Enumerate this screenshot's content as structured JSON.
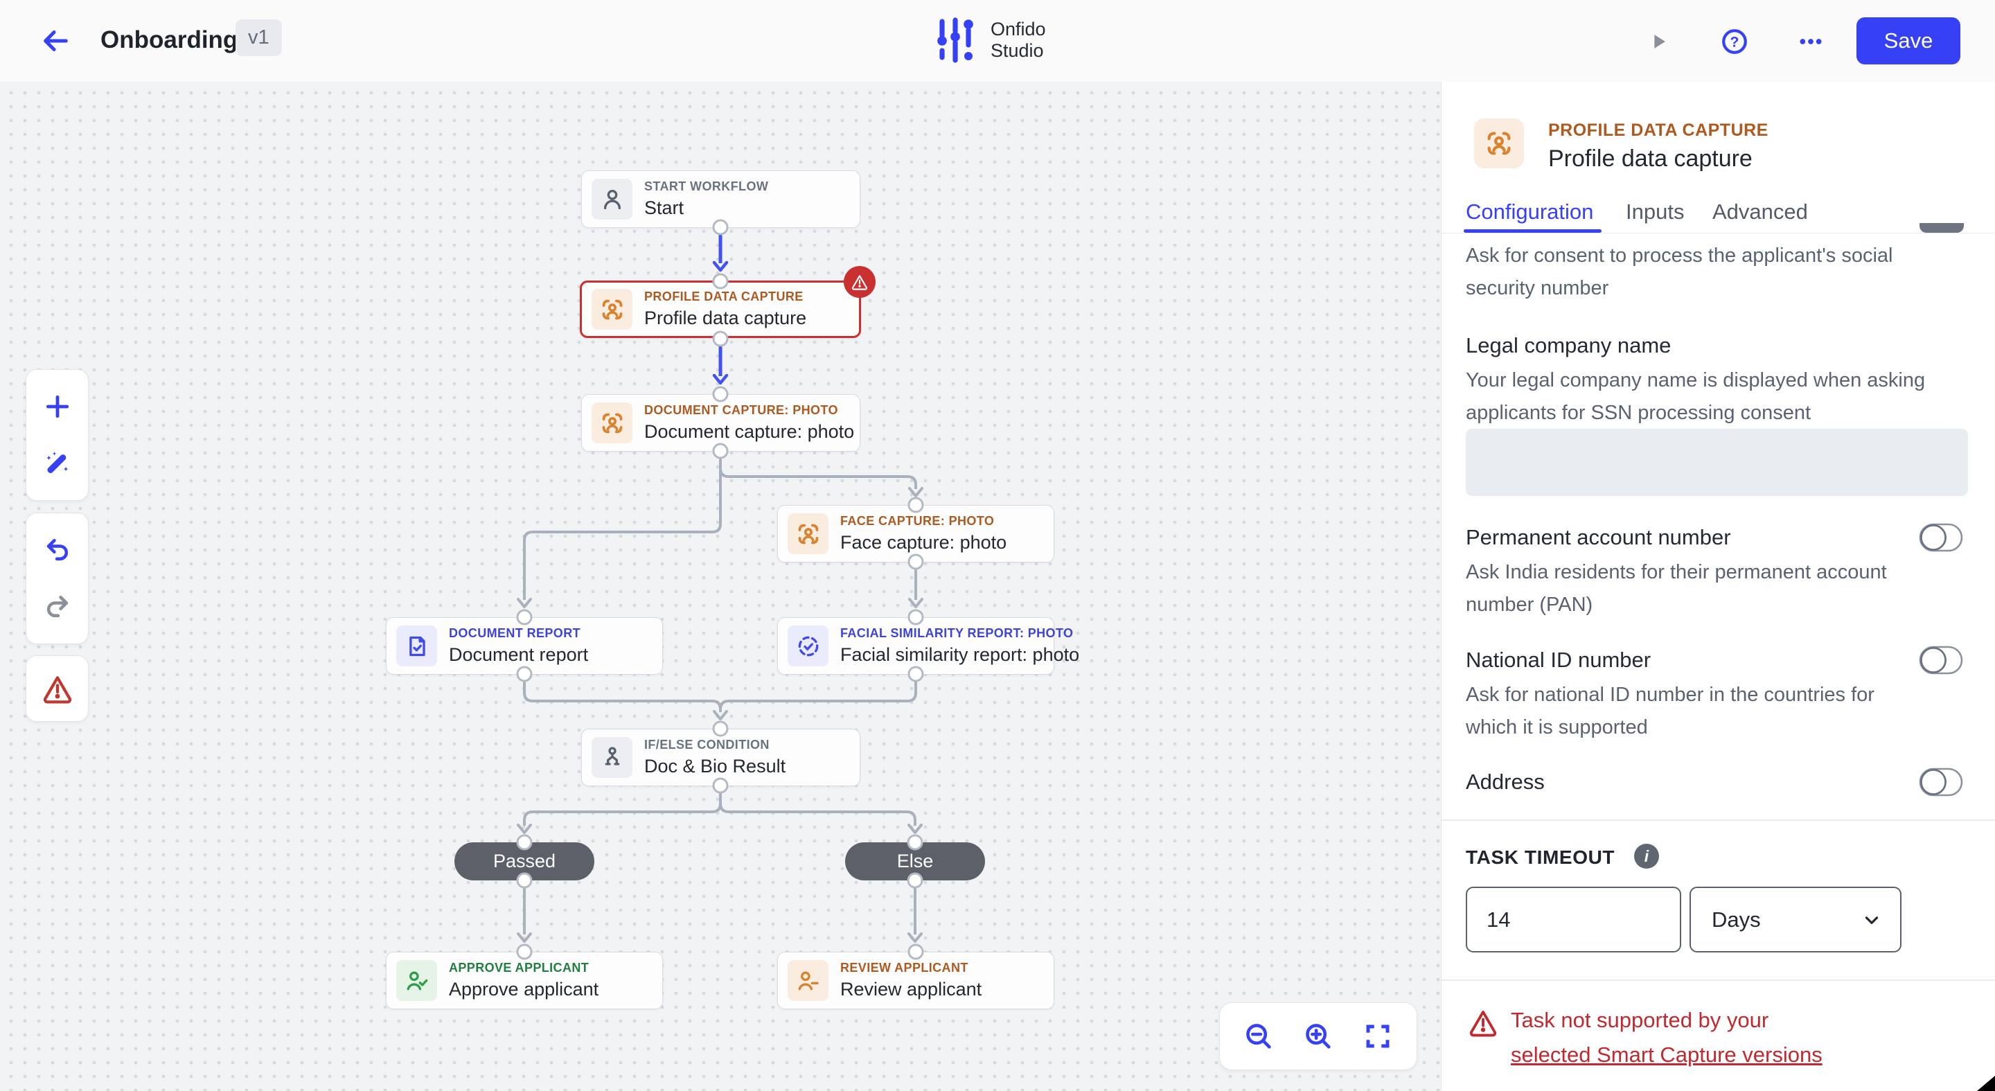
{
  "colors": {
    "accent": "#3640F5",
    "error_red": "#C2292F",
    "node_error_border": "#C93030",
    "connector_gray": "#A9B1BC",
    "connector_blue": "#4350F2",
    "pill_bg": "#5C6069"
  },
  "header": {
    "title": "Onboarding",
    "version_badge": "v1",
    "logo_line1": "Onfido",
    "logo_line2": "Studio",
    "save_label": "Save",
    "icons": [
      "back-arrow-icon",
      "play-icon",
      "help-icon",
      "ellipsis-icon"
    ]
  },
  "toolbars": {
    "left_icons": [
      "plus-icon",
      "magic-wand-icon",
      "undo-icon",
      "redo-icon",
      "warning-triangle-icon"
    ],
    "zoom_icons": [
      "zoom-out-icon",
      "zoom-in-icon",
      "fit-screen-icon"
    ]
  },
  "canvas": {
    "nodes": [
      {
        "category": "START WORKFLOW",
        "title": "Start"
      },
      {
        "category": "PROFILE DATA CAPTURE",
        "title": "Profile data capture",
        "has_error_badge": true,
        "selected": true
      },
      {
        "category": "DOCUMENT CAPTURE: PHOTO",
        "title": "Document capture: photo"
      },
      {
        "category": "FACE CAPTURE: PHOTO",
        "title": "Face capture: photo"
      },
      {
        "category": "DOCUMENT REPORT",
        "title": "Document report"
      },
      {
        "category": "FACIAL SIMILARITY REPORT: PHOTO",
        "title": "Facial similarity report: photo"
      },
      {
        "category": "IF/ELSE CONDITION",
        "title": "Doc & Bio Result"
      },
      {
        "category": "APPROVE APPLICANT",
        "title": "Approve applicant"
      },
      {
        "category": "REVIEW APPLICANT",
        "title": "Review applicant"
      }
    ],
    "branch_labels": {
      "passed": "Passed",
      "else": "Else"
    }
  },
  "panel": {
    "category": "PROFILE DATA CAPTURE",
    "title": "Profile data capture",
    "tabs": [
      {
        "label": "Configuration",
        "active": true
      },
      {
        "label": "Inputs",
        "active": false
      },
      {
        "label": "Advanced",
        "active": false
      }
    ],
    "ssn_consent": {
      "line1": "Ask for consent to process the applicant's social",
      "line2": "security number"
    },
    "legal_company": {
      "label": "Legal company name",
      "desc_line1": "Your legal company name is displayed when asking",
      "desc_line2": "applicants for SSN processing consent",
      "value": ""
    },
    "toggles": [
      {
        "label": "Permanent account number",
        "desc_line1": "Ask India residents for their permanent account",
        "desc_line2": "number (PAN)",
        "state": "off"
      },
      {
        "label": "National ID number",
        "desc_line1": "Ask for national ID number in the countries for",
        "desc_line2": "which it is supported",
        "state": "off"
      },
      {
        "label": "Address",
        "desc_line1": "",
        "desc_line2": "",
        "state": "off"
      }
    ],
    "task_timeout": {
      "label": "TASK TIMEOUT",
      "value": "14",
      "unit": "Days"
    },
    "error_message": {
      "line1": "Task not supported by your",
      "link_text": "selected Smart Capture versions"
    }
  }
}
